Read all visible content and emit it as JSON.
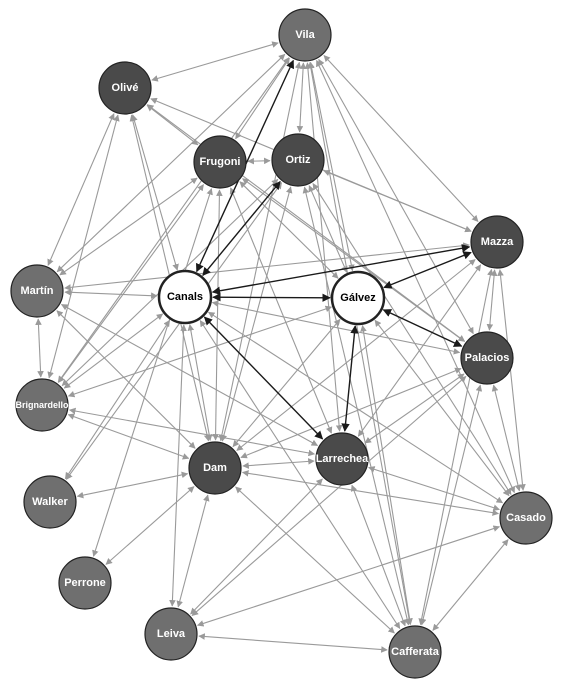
{
  "colors": {
    "edge_gray": "#9a9a9a",
    "edge_dark": "#1a1a1a",
    "node_dark": "#4a4a4a",
    "node_mid": "#6f6f6f",
    "node_white": "#ffffff",
    "stroke": "#222222"
  },
  "nodes": [
    {
      "id": "vila",
      "label": "Vila",
      "shade": "mid"
    },
    {
      "id": "olive",
      "label": "Olivé",
      "shade": "dark"
    },
    {
      "id": "frugoni",
      "label": "Frugoni",
      "shade": "dark"
    },
    {
      "id": "ortiz",
      "label": "Ortiz",
      "shade": "dark"
    },
    {
      "id": "mazza",
      "label": "Mazza",
      "shade": "dark"
    },
    {
      "id": "martin",
      "label": "Martín",
      "shade": "mid"
    },
    {
      "id": "canals",
      "label": "Canals",
      "shade": "white"
    },
    {
      "id": "galvez",
      "label": "Gálvez",
      "shade": "white"
    },
    {
      "id": "palacios",
      "label": "Palacios",
      "shade": "dark"
    },
    {
      "id": "brignardello",
      "label": "Brignardello",
      "shade": "mid"
    },
    {
      "id": "dam",
      "label": "Dam",
      "shade": "dark"
    },
    {
      "id": "larrechea",
      "label": "Larrechea",
      "shade": "dark"
    },
    {
      "id": "walker",
      "label": "Walker",
      "shade": "mid"
    },
    {
      "id": "casado",
      "label": "Casado",
      "shade": "mid"
    },
    {
      "id": "perrone",
      "label": "Perrone",
      "shade": "mid"
    },
    {
      "id": "leiva",
      "label": "Leiva",
      "shade": "mid"
    },
    {
      "id": "cafferata",
      "label": "Cafferata",
      "shade": "mid"
    }
  ],
  "edges": [
    {
      "from": "canals",
      "to": "vila",
      "strong": true
    },
    {
      "from": "canals",
      "to": "ortiz",
      "strong": true
    },
    {
      "from": "canals",
      "to": "galvez",
      "strong": true
    },
    {
      "from": "canals",
      "to": "mazza",
      "strong": true
    },
    {
      "from": "canals",
      "to": "larrechea",
      "strong": true
    },
    {
      "from": "galvez",
      "to": "mazza",
      "strong": true
    },
    {
      "from": "galvez",
      "to": "palacios",
      "strong": true
    },
    {
      "from": "galvez",
      "to": "larrechea",
      "strong": true
    },
    {
      "from": "vila",
      "to": "olive",
      "strong": false
    },
    {
      "from": "vila",
      "to": "frugoni",
      "strong": false
    },
    {
      "from": "vila",
      "to": "ortiz",
      "strong": false
    },
    {
      "from": "vila",
      "to": "mazza",
      "strong": false
    },
    {
      "from": "vila",
      "to": "martin",
      "strong": false
    },
    {
      "from": "vila",
      "to": "brignardello",
      "strong": false
    },
    {
      "from": "vila",
      "to": "dam",
      "strong": false
    },
    {
      "from": "vila",
      "to": "galvez",
      "strong": false
    },
    {
      "from": "vila",
      "to": "palacios",
      "strong": false
    },
    {
      "from": "vila",
      "to": "larrechea",
      "strong": false
    },
    {
      "from": "vila",
      "to": "casado",
      "strong": false
    },
    {
      "from": "vila",
      "to": "cafferata",
      "strong": false
    },
    {
      "from": "olive",
      "to": "mazza",
      "strong": false
    },
    {
      "from": "olive",
      "to": "canals",
      "strong": false
    },
    {
      "from": "olive",
      "to": "martin",
      "strong": false
    },
    {
      "from": "olive",
      "to": "brignardello",
      "strong": false
    },
    {
      "from": "olive",
      "to": "dam",
      "strong": false
    },
    {
      "from": "olive",
      "to": "palacios",
      "strong": false
    },
    {
      "from": "frugoni",
      "to": "martin",
      "strong": false
    },
    {
      "from": "frugoni",
      "to": "brignardello",
      "strong": false
    },
    {
      "from": "frugoni",
      "to": "dam",
      "strong": false
    },
    {
      "from": "frugoni",
      "to": "galvez",
      "strong": false
    },
    {
      "from": "frugoni",
      "to": "ortiz",
      "strong": false
    },
    {
      "from": "frugoni",
      "to": "palacios",
      "strong": false
    },
    {
      "from": "frugoni",
      "to": "larrechea",
      "strong": false
    },
    {
      "from": "frugoni",
      "to": "olive",
      "strong": false
    },
    {
      "from": "ortiz",
      "to": "galvez",
      "strong": false
    },
    {
      "from": "ortiz",
      "to": "mazza",
      "strong": false
    },
    {
      "from": "ortiz",
      "to": "dam",
      "strong": false
    },
    {
      "from": "ortiz",
      "to": "casado",
      "strong": false
    },
    {
      "from": "ortiz",
      "to": "cafferata",
      "strong": false
    },
    {
      "from": "ortiz",
      "to": "brignardello",
      "strong": false
    },
    {
      "from": "mazza",
      "to": "martin",
      "strong": false
    },
    {
      "from": "mazza",
      "to": "dam",
      "strong": false
    },
    {
      "from": "mazza",
      "to": "larrechea",
      "strong": false
    },
    {
      "from": "mazza",
      "to": "casado",
      "strong": false
    },
    {
      "from": "mazza",
      "to": "palacios",
      "strong": false
    },
    {
      "from": "mazza",
      "to": "cafferata",
      "strong": false
    },
    {
      "from": "martin",
      "to": "canals",
      "strong": false
    },
    {
      "from": "martin",
      "to": "brignardello",
      "strong": false
    },
    {
      "from": "martin",
      "to": "dam",
      "strong": false
    },
    {
      "from": "martin",
      "to": "larrechea",
      "strong": false
    },
    {
      "from": "canals",
      "to": "brignardello",
      "strong": false
    },
    {
      "from": "canals",
      "to": "dam",
      "strong": false
    },
    {
      "from": "canals",
      "to": "palacios",
      "strong": false
    },
    {
      "from": "canals",
      "to": "casado",
      "strong": false
    },
    {
      "from": "canals",
      "to": "cafferata",
      "strong": false
    },
    {
      "from": "canals",
      "to": "leiva",
      "strong": false
    },
    {
      "from": "canals",
      "to": "walker",
      "strong": false
    },
    {
      "from": "galvez",
      "to": "dam",
      "strong": false
    },
    {
      "from": "galvez",
      "to": "casado",
      "strong": false
    },
    {
      "from": "galvez",
      "to": "cafferata",
      "strong": false
    },
    {
      "from": "galvez",
      "to": "brignardello",
      "strong": false
    },
    {
      "from": "palacios",
      "to": "dam",
      "strong": false
    },
    {
      "from": "palacios",
      "to": "larrechea",
      "strong": false
    },
    {
      "from": "palacios",
      "to": "casado",
      "strong": false
    },
    {
      "from": "palacios",
      "to": "cafferata",
      "strong": false
    },
    {
      "from": "palacios",
      "to": "leiva",
      "strong": false
    },
    {
      "from": "brignardello",
      "to": "dam",
      "strong": false
    },
    {
      "from": "brignardello",
      "to": "larrechea",
      "strong": false
    },
    {
      "from": "dam",
      "to": "larrechea",
      "strong": false
    },
    {
      "from": "dam",
      "to": "walker",
      "strong": false
    },
    {
      "from": "dam",
      "to": "perrone",
      "strong": false
    },
    {
      "from": "dam",
      "to": "leiva",
      "strong": false
    },
    {
      "from": "dam",
      "to": "casado",
      "strong": false
    },
    {
      "from": "dam",
      "to": "cafferata",
      "strong": false
    },
    {
      "from": "larrechea",
      "to": "casado",
      "strong": false
    },
    {
      "from": "larrechea",
      "to": "cafferata",
      "strong": false
    },
    {
      "from": "larrechea",
      "to": "leiva",
      "strong": false
    },
    {
      "from": "casado",
      "to": "cafferata",
      "strong": false
    },
    {
      "from": "casado",
      "to": "leiva",
      "strong": false
    },
    {
      "from": "leiva",
      "to": "cafferata",
      "strong": false
    },
    {
      "from": "perrone",
      "to": "frugoni",
      "strong": false
    },
    {
      "from": "walker",
      "to": "ortiz",
      "strong": false
    }
  ]
}
